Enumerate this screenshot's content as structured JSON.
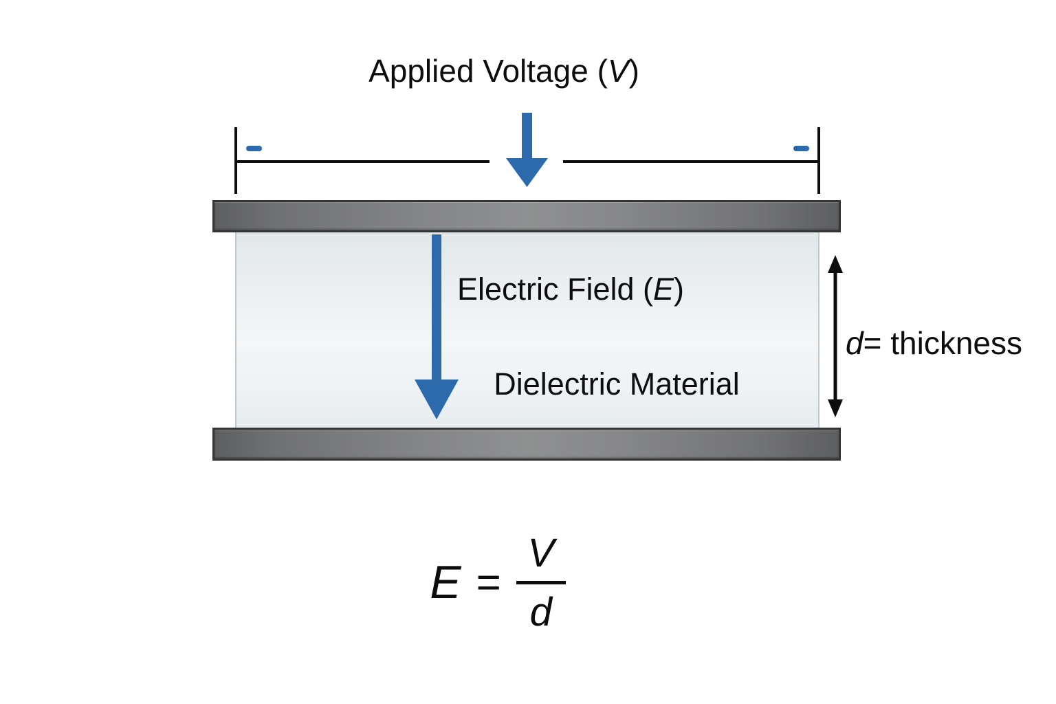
{
  "labels": {
    "applied_voltage": {
      "prefix": "Applied Voltage (",
      "symbol": "V",
      "suffix": ")"
    },
    "electric_field": {
      "prefix": "Electric Field (",
      "symbol": "E",
      "suffix": ")"
    },
    "dielectric_material": "Dielectric Material",
    "thickness": {
      "symbol": "d",
      "rest": "= thickness"
    }
  },
  "formula": {
    "lhs": "E",
    "equals": "=",
    "numerator": "V",
    "denominator": "d"
  },
  "icons": {
    "applied_voltage_arrow": "down-arrow",
    "electric_field_arrow": "down-arrow",
    "thickness_dimension_arrow": "vertical-double-arrow",
    "polarity_marker_left": "minus",
    "polarity_marker_right": "minus"
  },
  "colors": {
    "accent_blue": "#2d6aac",
    "plate_gray": "#8f9091",
    "plate_border": "#343434",
    "dielectric_fill": "#eef1f3",
    "line_black": "#0d0d0d",
    "background": "#ffffff"
  }
}
